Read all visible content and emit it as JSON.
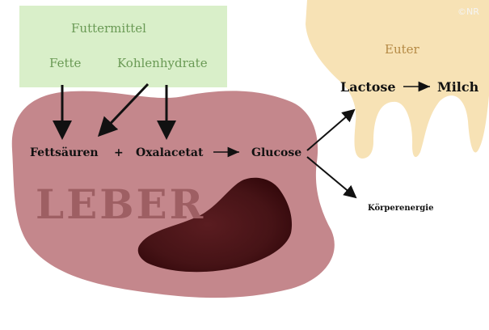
{
  "feed": {
    "title": "Futtermittel",
    "fat": "Fette",
    "carbs": "Kohlenhydrate"
  },
  "liver": {
    "label": "LEBER",
    "fatty_acids": "Fettsäuren",
    "plus": "+",
    "oxaloacetate": "Oxalacetat",
    "glucose": "Glucose"
  },
  "udder": {
    "label": "Euter",
    "lactose": "Lactose",
    "milk": "Milch"
  },
  "body_energy": "Körperenergie",
  "copyright": "©NR",
  "colors": {
    "feed_box": "#d9efc9",
    "feed_text": "#6a9a55",
    "liver_shape": "#c4878c",
    "liver_text": "#9e5f63",
    "liver_organ": "#4a1518",
    "udder_shape": "#f7e2b5",
    "udder_text": "#b58a45",
    "arrows": "#111111"
  }
}
